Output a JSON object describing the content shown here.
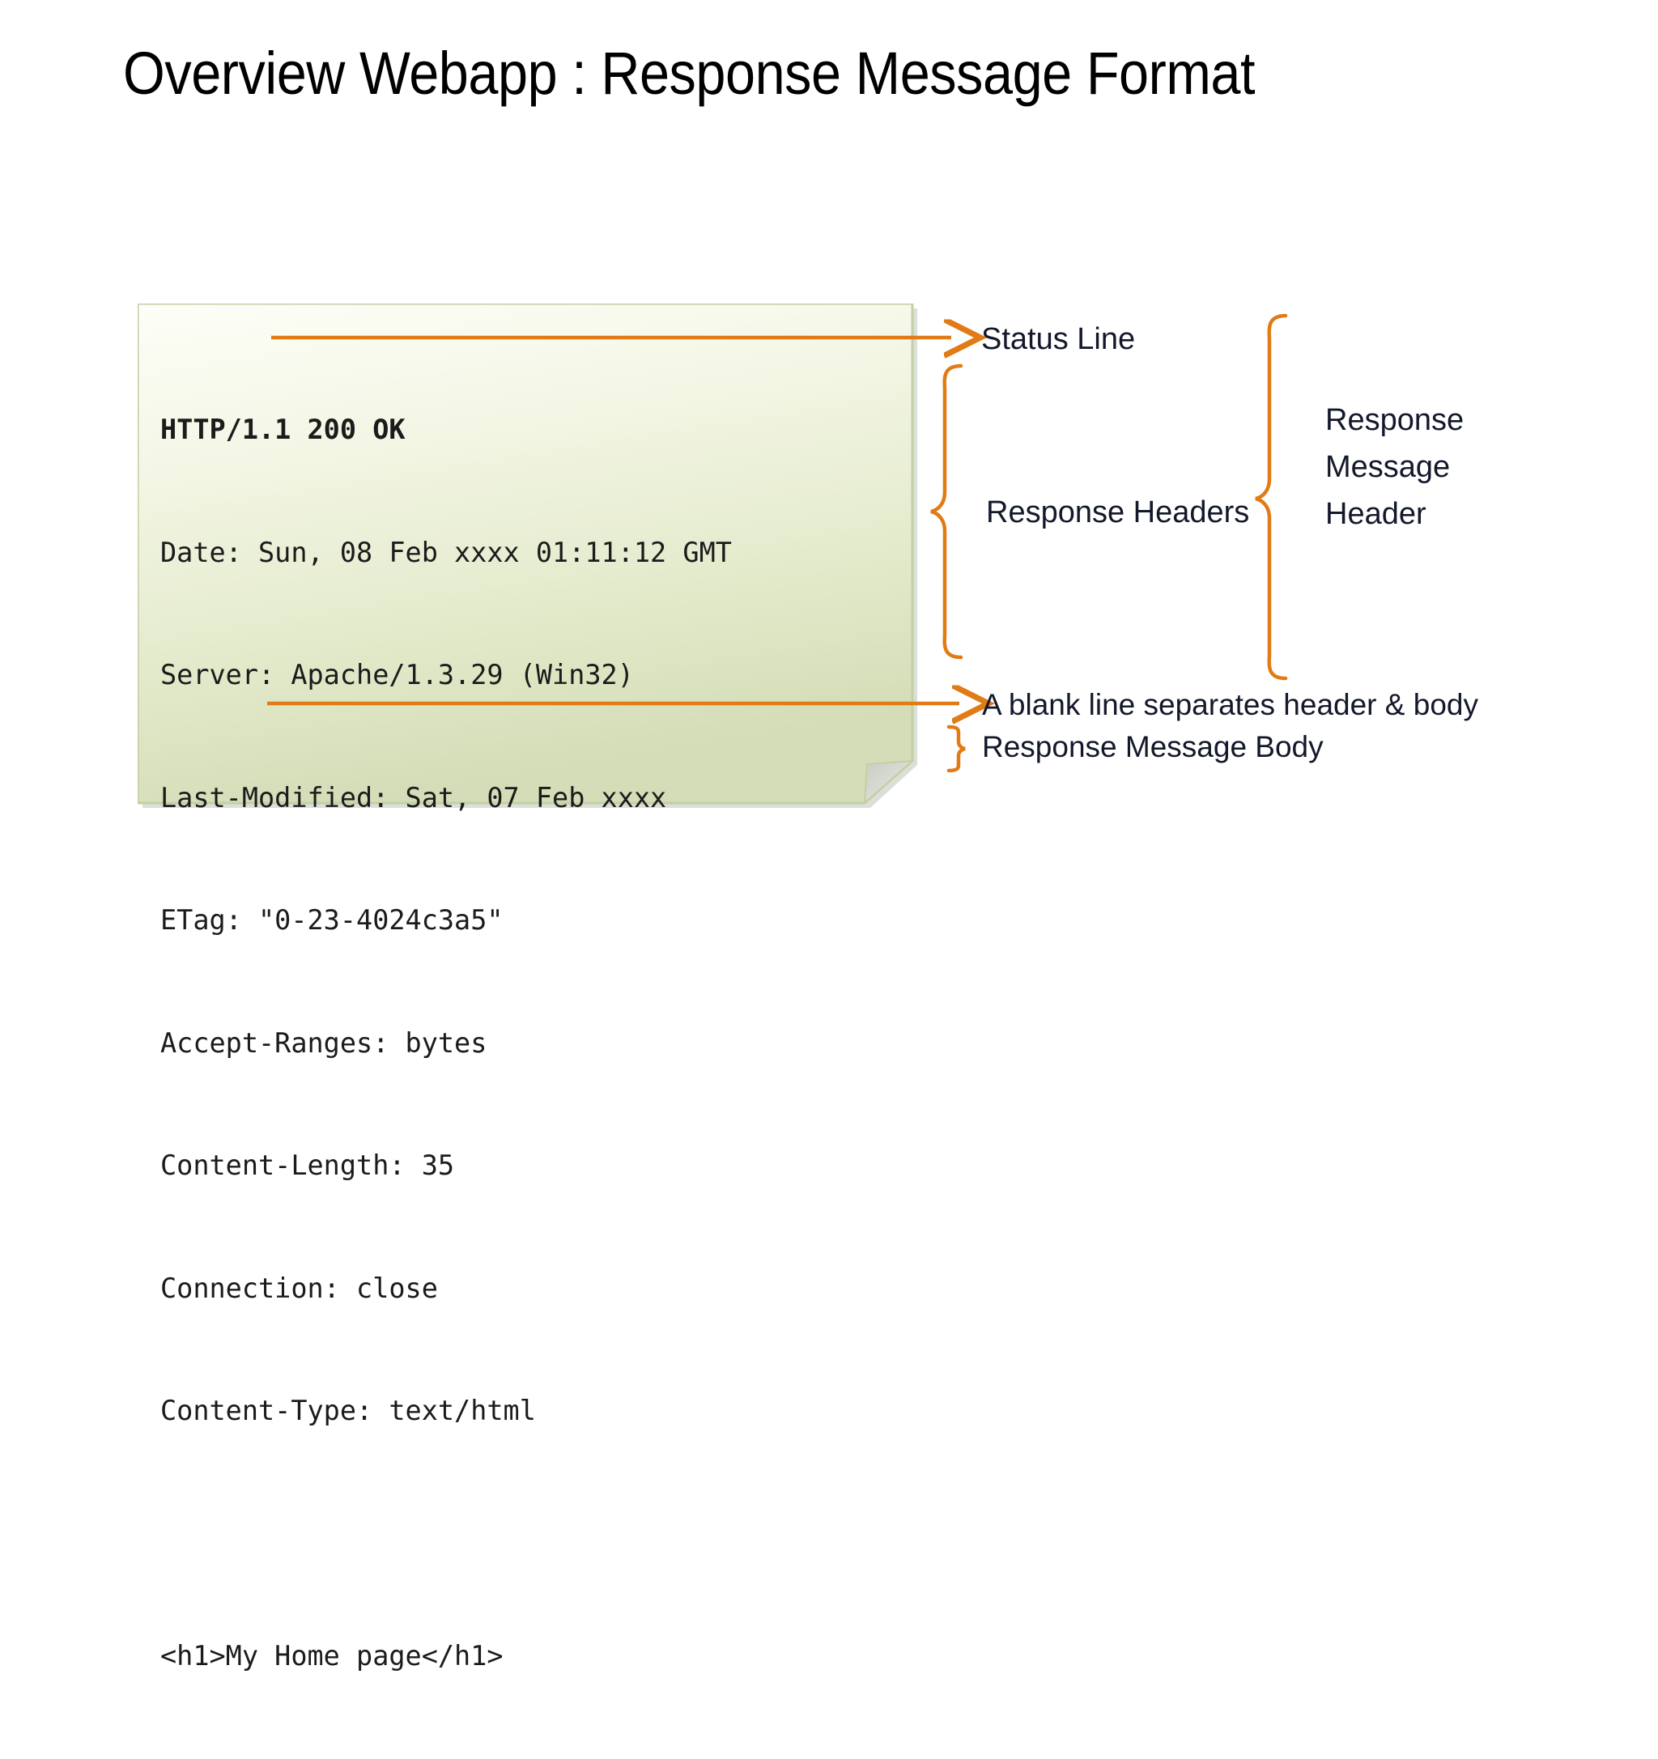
{
  "slide": {
    "title": "Overview Webapp : Response Message Format",
    "accent_color": "#E07B16",
    "box_border_color": "#C3CFA4",
    "box_fill_top": "#FCFDF6",
    "box_fill_bottom": "#D7DFBC",
    "text_color": "#13182B"
  },
  "message_box": {
    "status_line": "HTTP/1.1 200 OK",
    "headers": [
      "Date: Sun, 08 Feb xxxx 01:11:12 GMT",
      "Server: Apache/1.3.29 (Win32)",
      "Last-Modified: Sat, 07 Feb xxxx",
      "ETag: \"0-23-4024c3a5\"",
      "Accept-Ranges: bytes",
      "Content-Length: 35",
      "Connection: close",
      "Content-Type: text/html"
    ],
    "blank_line": "",
    "body": "<h1>My Home page</h1>"
  },
  "annotations": {
    "status_line": "Status Line",
    "response_headers": "Response Headers",
    "response_message_header": "Response\nMessage\nHeader",
    "blank_line_note": "A blank line separates header & body",
    "response_message_body": "Response Message Body"
  }
}
